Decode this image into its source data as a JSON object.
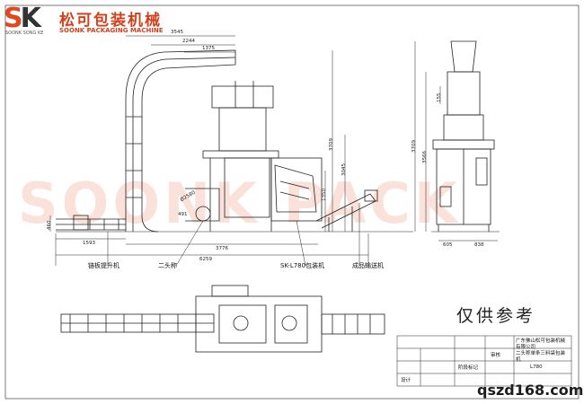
{
  "logo": {
    "mark_s": "S",
    "mark_k": "K",
    "subtitle": "SOONK SONG KE",
    "name_cn": "松可包装机械",
    "name_en": "SOONK PACKAGING MACHINE",
    "accent_color": "#e2481f"
  },
  "watermark": "SOONK PACK",
  "dimensions": {
    "d3545": "3545",
    "d2244": "2244",
    "d1375": "1375",
    "d3709_left": "3709",
    "d3045": "3045",
    "d1350": "1350",
    "d1593": "1593",
    "d3776": "3776",
    "d6259": "6259",
    "d491": "491",
    "d460": "460",
    "d2580": "Ø2580",
    "d3709_right": "3709",
    "d3566": "3566",
    "d605": "605",
    "d838": "838",
    "d155": "155"
  },
  "labels": {
    "lift": "链板提升机",
    "platform": "二头称",
    "packer": "SK-L780包装机",
    "conveyor": "成品输送机"
  },
  "stamp": "仅供参考",
  "title_block": {
    "company": "广东佛山松可包装机械有限公司",
    "drawing_title": "二头称单条三料袋包装机",
    "model": "L780",
    "approved": "审核",
    "checker": "阶段标记",
    "designer": "设计"
  },
  "site": "qszd168.com"
}
